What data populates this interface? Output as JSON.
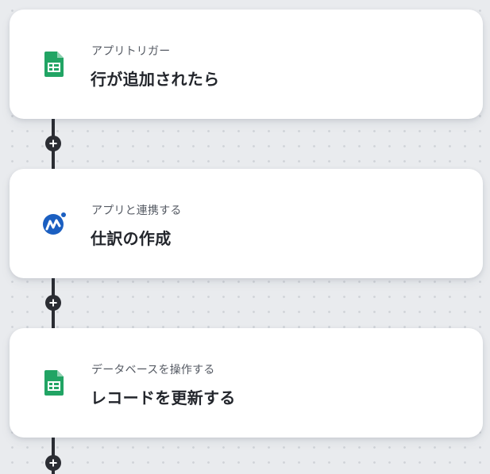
{
  "flow": {
    "steps": [
      {
        "label": "アプリトリガー",
        "title": "行が追加されたら",
        "icon": "google-sheets-icon"
      },
      {
        "label": "アプリと連携する",
        "title": "仕訳の作成",
        "icon": "money-forward-icon"
      },
      {
        "label": "データベースを操作する",
        "title": "レコードを更新する",
        "icon": "google-sheets-icon"
      }
    ]
  },
  "colors": {
    "canvas_background": "#e9ebee",
    "connector": "#2b2d33",
    "sheets_green": "#21a464",
    "money_forward_blue": "#1b5fc1"
  }
}
